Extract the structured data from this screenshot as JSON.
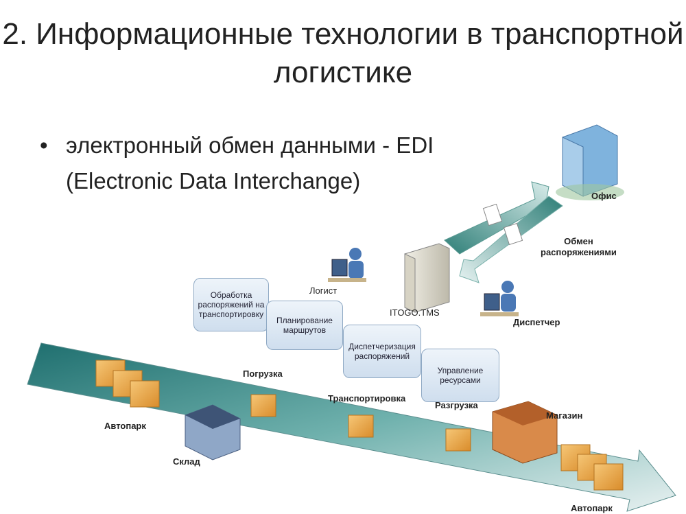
{
  "title": "2. Информационные технологии в транспортной логистике",
  "bullet": "электронный обмен данными - EDI (Electronic Data Interchange)",
  "labels": {
    "office": "Офис",
    "exchange": "Обмен\nраспоряжениями",
    "logist": "Логист",
    "server": "ITOGO.TMS",
    "dispatcher": "Диспетчер",
    "loading": "Погрузка",
    "transport": "Транспортировка",
    "unloading": "Разгрузка",
    "store": "Магазин",
    "autopark_left": "Автопарк",
    "warehouse": "Склад",
    "autopark_right": "Автопарк"
  },
  "process_steps": [
    "Обработка распоряжений на транспортировку",
    "Планирование маршрутов",
    "Диспетчеризация распоряжений",
    "Управление ресурсами"
  ]
}
